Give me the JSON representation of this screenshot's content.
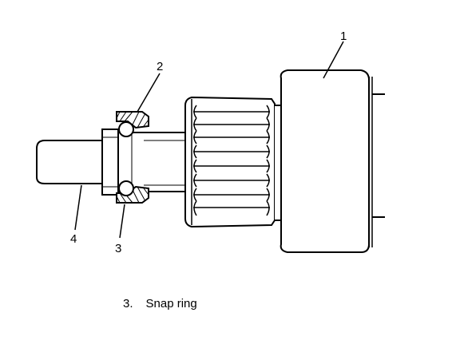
{
  "callouts": {
    "one": "1",
    "two": "2",
    "three": "3",
    "four": "4"
  },
  "caption": {
    "number": "3.",
    "text": "Snap ring"
  },
  "colors": {
    "line": "#000000",
    "background": "#ffffff"
  }
}
